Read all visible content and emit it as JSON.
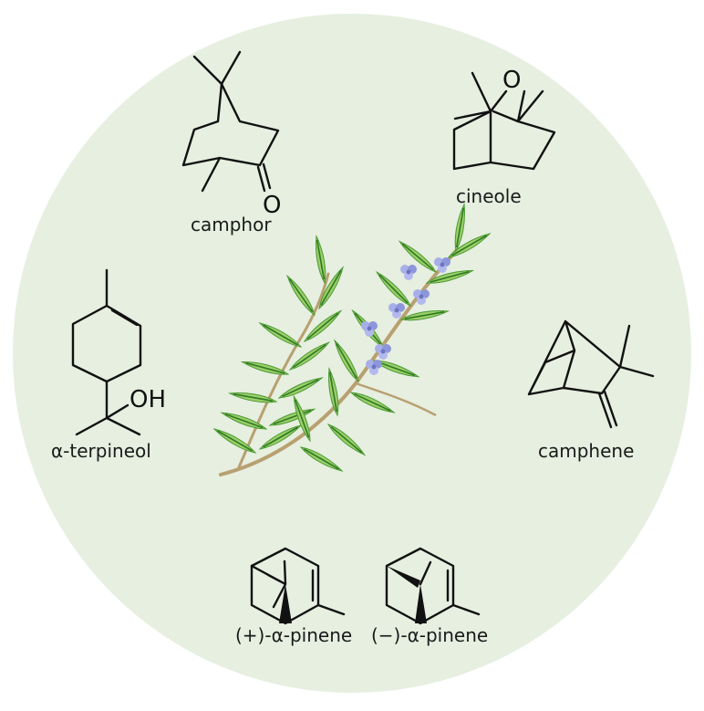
{
  "colors": {
    "circle_fill": "#e6efe0",
    "bond": "#111111",
    "stem": "#b8a070",
    "leaf_light": "#9ccf6a",
    "leaf_dark": "#3f8a2a",
    "flower": "#9aa3e0"
  },
  "illustration": "rosemary-sprig",
  "molecules": {
    "camphor": {
      "label": "camphor",
      "atom": "O"
    },
    "cineole": {
      "label": "cineole",
      "atom": "O"
    },
    "terpineol": {
      "label": "α-terpineol",
      "atom": "OH"
    },
    "camphene": {
      "label": "camphene"
    },
    "pinene_plus": {
      "label": "(+)-α-pinene"
    },
    "pinene_minus": {
      "label": "(−)-α-pinene"
    }
  }
}
